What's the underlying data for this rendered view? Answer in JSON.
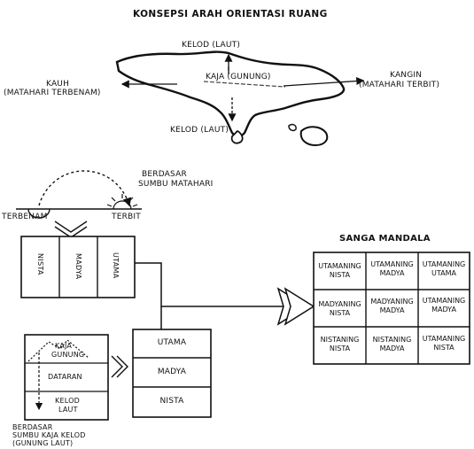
{
  "title": "KONSEPSI ARAH ORIENTASI RUANG",
  "map": {
    "kelod_top": "KELOD (LAUT)",
    "kaja": "KAJA (GUNUNG)",
    "kauh": "KAUH",
    "kauh_sub": "(MATAHARI TERBENAM)",
    "kangin": "KANGIN",
    "kangin_sub": "(MATAHARI TERBIT)",
    "kelod_bottom": "KELOD (LAUT)"
  },
  "sun_axis": {
    "label_line1": "BERDASAR",
    "label_line2": "SUMBU  MATAHARI",
    "terbenam": "TERBENAM",
    "terbit": "TERBIT",
    "columns": [
      "NISTA",
      "MADYA",
      "UTAMA"
    ]
  },
  "kaja_kelod": {
    "kaja_line1": "KAJA",
    "kaja_line2": "GUNUNG",
    "dataran": "DATARAN",
    "kelod_line1": "KELOD",
    "kelod_line2": "LAUT",
    "caption_line1": "BERDASAR",
    "caption_line2": "SUMBU KAJA KELOD",
    "caption_line3": "(GUNUNG LAUT)",
    "rows": [
      "UTAMA",
      "MADYA",
      "NISTA"
    ]
  },
  "sanga_mandala": {
    "title": "SANGA MANDALA",
    "cells": [
      [
        "UTAMANING",
        "NISTA"
      ],
      [
        "UTAMANING",
        "MADYA"
      ],
      [
        "UTAMANING",
        "UTAMA"
      ],
      [
        "MADYANING",
        "NISTA"
      ],
      [
        "MADYANING",
        "MADYA"
      ],
      [
        "UTAMANING",
        "MADYA"
      ],
      [
        "NISTANING",
        "NISTA"
      ],
      [
        "NISTANING",
        "MADYA"
      ],
      [
        "UTAMANING",
        "NISTA"
      ]
    ]
  }
}
